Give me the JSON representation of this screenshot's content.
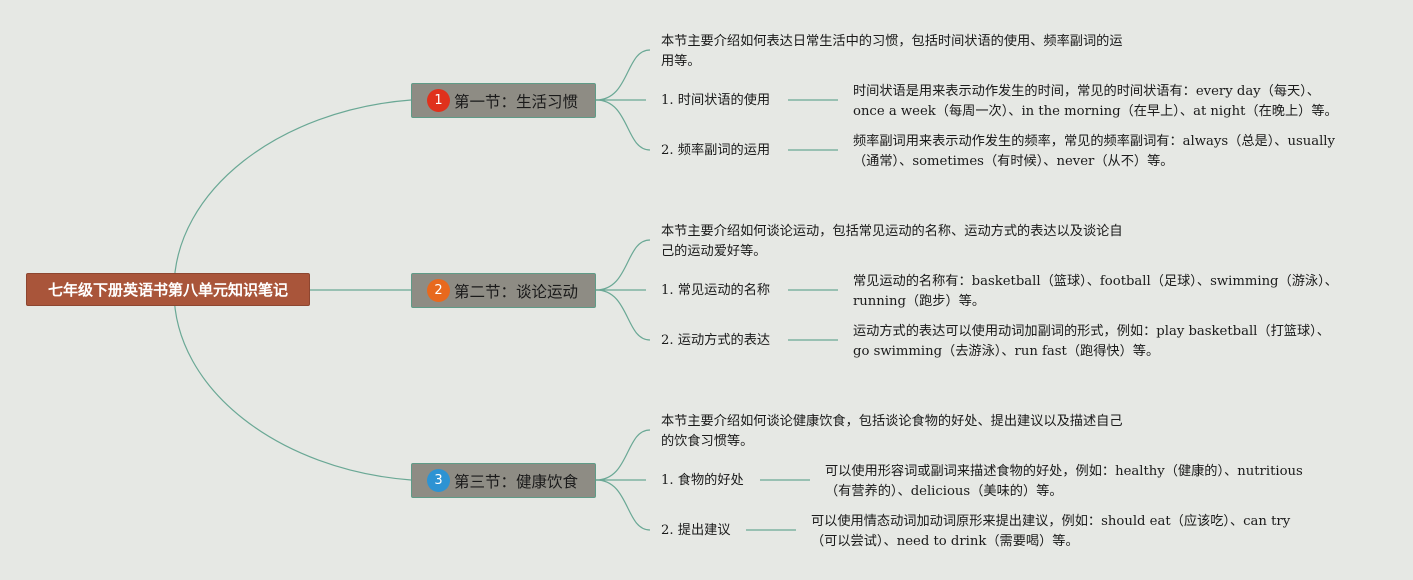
{
  "root": {
    "title": "七年级下册英语书第八单元知识笔记"
  },
  "sections": [
    {
      "number": "1",
      "badge_color": "#e0311c",
      "title": "第一节：生活习惯",
      "intro_lines": [
        "本节主要介绍如何表达日常生活中的习惯，包括时间状语的使用、频率副词的运",
        "用等。"
      ],
      "items": [
        {
          "label": "1. 时间状语的使用",
          "detail_lines": [
            "时间状语是用来表示动作发生的时间，常见的时间状语有：every day（每天）、",
            "once a week（每周一次）、in the morning（在早上）、at night（在晚上）等。"
          ]
        },
        {
          "label": "2. 频率副词的运用",
          "detail_lines": [
            "频率副词用来表示动作发生的频率，常见的频率副词有：always（总是）、usually",
            "（通常）、sometimes（有时候）、never（从不）等。"
          ]
        }
      ]
    },
    {
      "number": "2",
      "badge_color": "#e8691e",
      "title": "第二节：谈论运动",
      "intro_lines": [
        "本节主要介绍如何谈论运动，包括常见运动的名称、运动方式的表达以及谈论自",
        "己的运动爱好等。"
      ],
      "items": [
        {
          "label": "1. 常见运动的名称",
          "detail_lines": [
            "常见运动的名称有：basketball（篮球）、football（足球）、swimming（游泳）、",
            "running（跑步）等。"
          ]
        },
        {
          "label": "2. 运动方式的表达",
          "detail_lines": [
            "运动方式的表达可以使用动词加副词的形式，例如：play basketball（打篮球）、",
            "go swimming（去游泳）、run fast（跑得快）等。"
          ]
        }
      ]
    },
    {
      "number": "3",
      "badge_color": "#2d93d3",
      "title": "第三节：健康饮食",
      "intro_lines": [
        "本节主要介绍如何谈论健康饮食，包括谈论食物的好处、提出建议以及描述自己",
        "的饮食习惯等。"
      ],
      "items": [
        {
          "label": "1. 食物的好处",
          "detail_lines": [
            "可以使用形容词或副词来描述食物的好处，例如：healthy（健康的）、nutritious",
            "（有营养的）、delicious（美味的）等。"
          ]
        },
        {
          "label": "2. 提出建议",
          "detail_lines": [
            "可以使用情态动词加动词原形来提出建议，例如：should eat（应该吃）、can try",
            "（可以尝试）、need to drink（需要喝）等。"
          ]
        }
      ]
    }
  ],
  "colors": {
    "connector": "#6aa895",
    "root_fill": "#a9553a",
    "section_fill": "#8e8c84",
    "background": "#e6e8e4"
  }
}
